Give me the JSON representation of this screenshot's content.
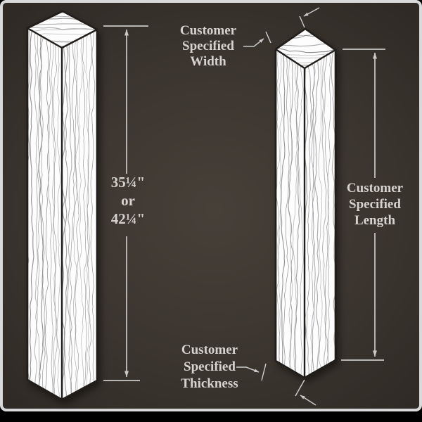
{
  "figure": {
    "type": "isometric-dimension-diagram",
    "subject": "square wood posts",
    "labels": {
      "width_label": "Customer\nSpecified\nWidth",
      "fixed_length_label": "35¼\"\nor\n42¼\"",
      "length_label": "Customer\nSpecified\nLength",
      "thickness_label": "Customer\nSpecified\nThickness"
    }
  },
  "colors": {
    "bg_center": "#474039",
    "bg_edge": "#2f2a25",
    "frame": "#d9d9d9",
    "footer": "#000000",
    "dim": "#c9c9c9",
    "text": "#d6d2ce",
    "wood_fill": "#fdfdfd",
    "wood_line": "#8d8d8d",
    "outline": "#201d1a"
  }
}
